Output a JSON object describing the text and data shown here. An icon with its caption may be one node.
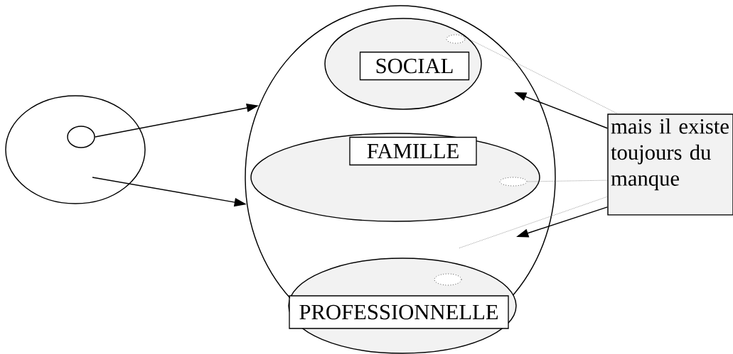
{
  "diagram": {
    "nodes": [
      {
        "text": [],
        "shape": "circle"
      },
      {
        "text": [],
        "shape": "circle",
        "in": 0
      },
      {
        "text": [],
        "shape": "circle"
      },
      {
        "text": [
          "SOCIAL"
        ],
        "in": 2
      },
      {
        "text": [
          "FAMILLE"
        ],
        "in": 2
      },
      {
        "text": [
          "PROFESSIONNELLE"
        ],
        "in": 2
      },
      {
        "text": [],
        "shape": "circle",
        "in": 3
      },
      {
        "text": [],
        "shape": "circle",
        "in": 4
      },
      {
        "text": [],
        "shape": "circle",
        "in": 5
      },
      {
        "text": [
          "mais il existe toujours du manque"
        ]
      }
    ],
    "edges": [
      {
        "from": 1,
        "to": 2,
        "arrow": "to"
      },
      {
        "from": 0,
        "to": 2,
        "arrow": "to"
      },
      {
        "from": 9,
        "to": 2,
        "arrow": "to"
      },
      {
        "from": 9,
        "to": 2,
        "arrow": "to"
      },
      {
        "from": 9,
        "to": 6,
        "arrow": "none",
        "style": "dashed"
      },
      {
        "from": 9,
        "to": 7,
        "arrow": "none",
        "style": "dashed"
      },
      {
        "from": 9,
        "to": 2,
        "arrow": "none",
        "style": "dashed"
      }
    ]
  }
}
